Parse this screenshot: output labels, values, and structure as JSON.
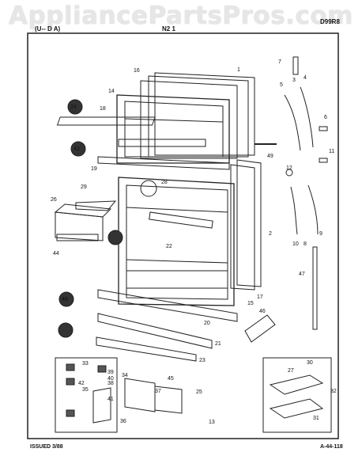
{
  "watermark": "AppliancePartsPros.com",
  "header": {
    "left": "(U-- D A)",
    "center": "N2 1",
    "right": "D99R8"
  },
  "footer": {
    "issued": "ISSUED 3/88",
    "page": "A-44-118"
  },
  "callouts": [
    "1",
    "2",
    "3",
    "4",
    "5",
    "6",
    "7",
    "8",
    "9",
    "10",
    "11",
    "12",
    "13",
    "14",
    "15",
    "16",
    "17",
    "18",
    "19",
    "20",
    "21",
    "22",
    "23",
    "24",
    "25",
    "26",
    "27",
    "28",
    "29",
    "30",
    "31",
    "32",
    "33",
    "34",
    "35",
    "36",
    "37",
    "38",
    "39",
    "40",
    "41",
    "42",
    "43",
    "44",
    "45",
    "46",
    "47",
    "48",
    "49"
  ]
}
